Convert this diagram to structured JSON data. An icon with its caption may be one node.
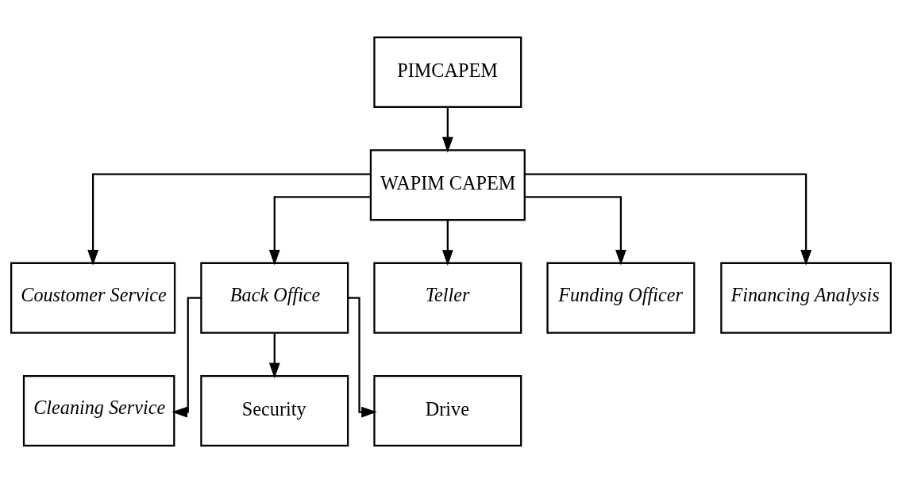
{
  "diagram": {
    "nodes": [
      {
        "text": [
          "PIMCAPEM"
        ]
      },
      {
        "text": [
          "WAPIM CAPEM"
        ]
      },
      {
        "text": [
          "Coustomer Service"
        ]
      },
      {
        "text": [
          "Back Office"
        ]
      },
      {
        "text": [
          "Teller"
        ]
      },
      {
        "text": [
          "Funding Officer"
        ]
      },
      {
        "text": [
          "Financing Analysis"
        ]
      },
      {
        "text": [
          "Cleaning Service"
        ]
      },
      {
        "text": [
          "Security"
        ]
      },
      {
        "text": [
          "Drive"
        ]
      }
    ],
    "edges": [
      {
        "from": 0,
        "to": 1,
        "arrow": "to"
      },
      {
        "from": 1,
        "to": 2,
        "arrow": "to"
      },
      {
        "from": 1,
        "to": 3,
        "arrow": "to"
      },
      {
        "from": 1,
        "to": 4,
        "arrow": "to"
      },
      {
        "from": 1,
        "to": 5,
        "arrow": "to"
      },
      {
        "from": 1,
        "to": 6,
        "arrow": "to"
      },
      {
        "from": 3,
        "to": 7,
        "arrow": "to"
      },
      {
        "from": 3,
        "to": 8,
        "arrow": "to"
      },
      {
        "from": 3,
        "to": 9,
        "arrow": "to"
      }
    ]
  }
}
